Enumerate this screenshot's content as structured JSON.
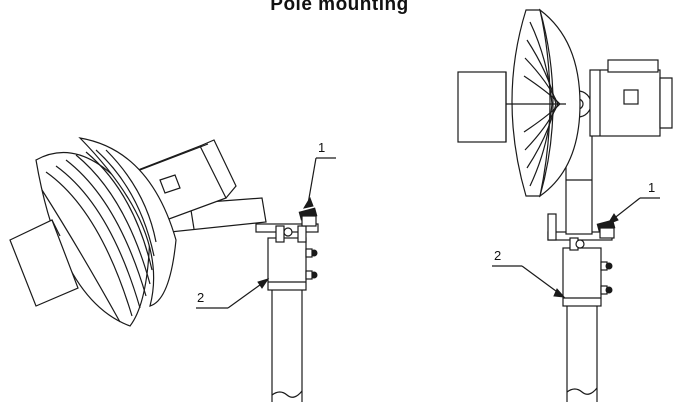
{
  "title": "Pole mounting",
  "callouts": {
    "left_item_1": "1",
    "left_item_2": "2",
    "right_item_1": "1",
    "right_item_2": "2"
  },
  "colors": {
    "ink": "#1a1a1a",
    "background": "#ffffff"
  }
}
